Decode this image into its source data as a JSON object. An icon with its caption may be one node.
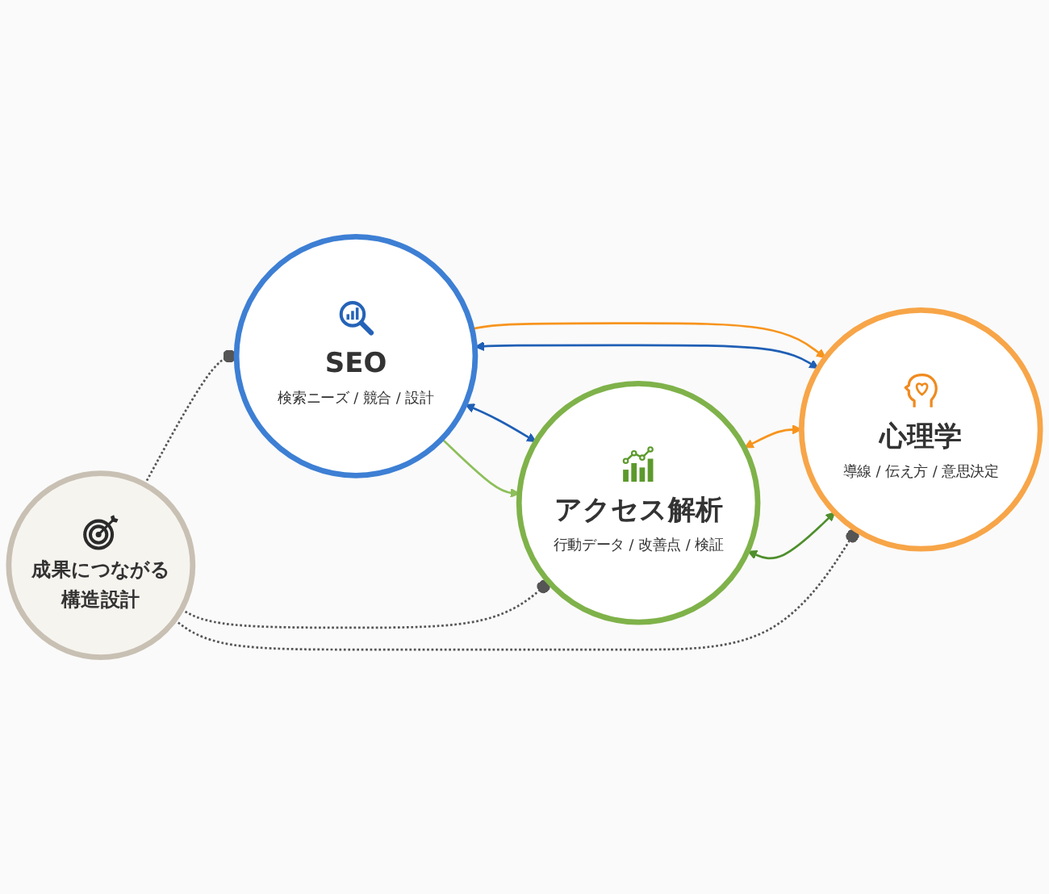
{
  "diagram": {
    "nodes": [
      {
        "text": [
          "SEO",
          "検索ニーズ / 競合 / 設計"
        ]
      },
      {
        "text": [
          "成果につながる構造設計"
        ]
      },
      {
        "text": [
          "アクセス解析",
          "行動データ / 改善点 / 検証"
        ]
      },
      {
        "text": [
          "心理学",
          "導線 / 伝え方 / 意思決定"
        ]
      }
    ],
    "edges": [
      {
        "from": 0,
        "to": 2,
        "arrow": "both",
        "color": "#1f5fb5"
      },
      {
        "from": 0,
        "to": 2,
        "arrow": "to",
        "color": "#8dbf5a"
      },
      {
        "from": 0,
        "to": 3,
        "arrow": "to",
        "color": "#f7941d"
      },
      {
        "from": 0,
        "to": 3,
        "arrow": "both",
        "color": "#1f5fb5"
      },
      {
        "from": 2,
        "to": 3,
        "arrow": "both",
        "color": "#f7941d"
      },
      {
        "from": 2,
        "to": 3,
        "arrow": "both",
        "color": "#4e8f2c"
      },
      {
        "from": 1,
        "to": 0,
        "arrow": "other",
        "style": "dashed",
        "color": "#555555"
      },
      {
        "from": 1,
        "to": 2,
        "arrow": "other",
        "style": "dashed",
        "color": "#555555"
      },
      {
        "from": 1,
        "to": 3,
        "arrow": "other",
        "style": "dashed",
        "color": "#555555"
      }
    ]
  }
}
